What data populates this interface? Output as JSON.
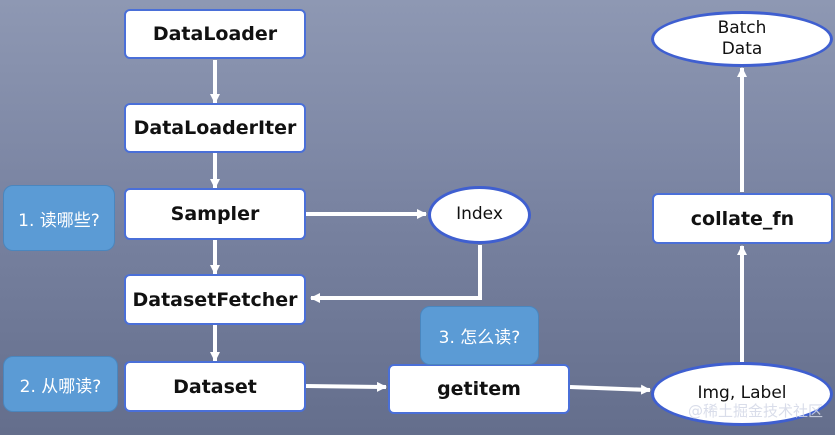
{
  "nodes": {
    "dataloader": "DataLoader",
    "dataloader_iter": "DataLoaderIter",
    "sampler": "Sampler",
    "dataset_fetcher": "DatasetFetcher",
    "dataset": "Dataset",
    "getitem": "getitem",
    "index": "Index",
    "img_label": "Img, Label",
    "collate_fn": "collate_fn",
    "batch_data_line1": "Batch",
    "batch_data_line2": "Data"
  },
  "notes": {
    "read_which": "1. 读哪些?",
    "read_from": "2. 从哪读?",
    "how_read": "3. 怎么读?"
  },
  "watermark": "@稀土掘金技术社区",
  "colors": {
    "box_border": "#4a6fd8",
    "ellipse_border": "#3f5fd0",
    "note_fill": "#5b9bd5",
    "arrow": "#ffffff"
  }
}
